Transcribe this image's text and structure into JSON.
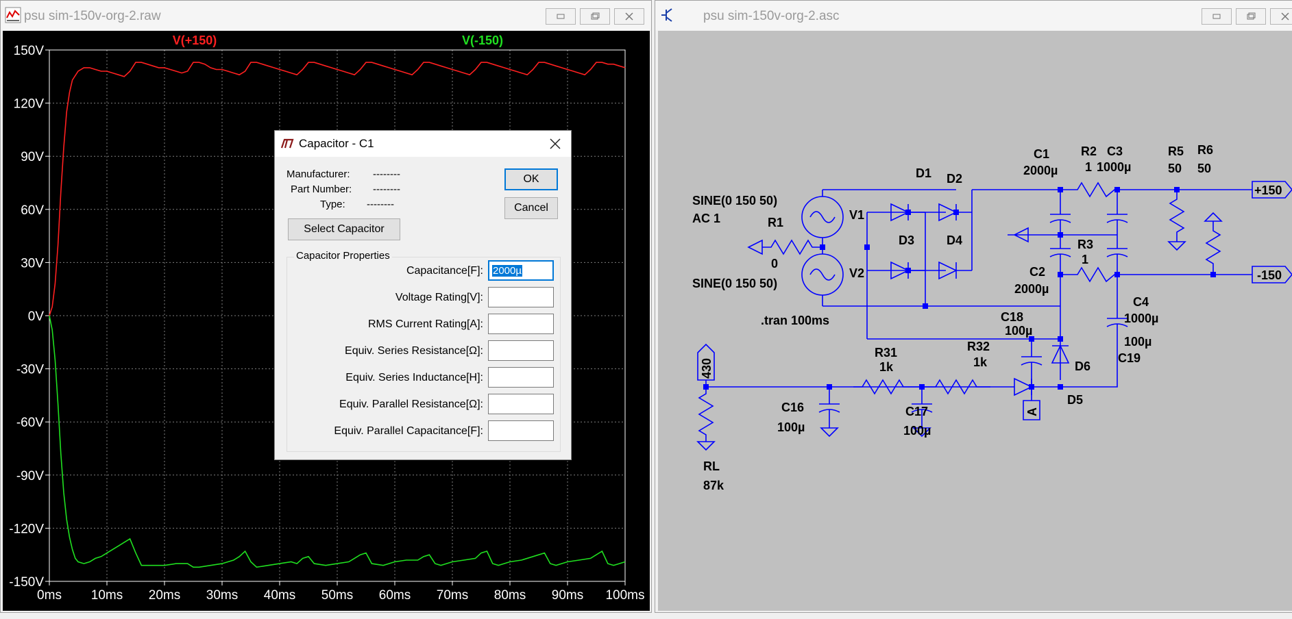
{
  "waveform_window": {
    "title": "psu sim-150v-org-2.raw",
    "buttons": [
      "minimize",
      "maximize",
      "close"
    ]
  },
  "schematic_window": {
    "title": "psu sim-150v-org-2.asc",
    "buttons": [
      "minimize",
      "maximize",
      "close"
    ]
  },
  "chart_data": {
    "type": "line",
    "x_unit": "ms",
    "xlim": [
      0,
      100
    ],
    "ylim": [
      -150,
      150
    ],
    "x_ticks": [
      "0ms",
      "10ms",
      "20ms",
      "30ms",
      "40ms",
      "50ms",
      "60ms",
      "70ms",
      "80ms",
      "90ms",
      "100ms"
    ],
    "y_ticks": [
      "150V",
      "120V",
      "90V",
      "60V",
      "30V",
      "0V",
      "-30V",
      "-60V",
      "-90V",
      "-120V",
      "-150V"
    ],
    "grid": true,
    "legend_position": "top",
    "colors": {
      "background": "#000000",
      "grid": "#808080",
      "axis_text": "#ffffff"
    },
    "series": [
      {
        "name": "V(+150)",
        "color": "#ff2020",
        "points": [
          [
            0,
            0
          ],
          [
            0.5,
            5
          ],
          [
            1,
            18
          ],
          [
            1.5,
            40
          ],
          [
            2,
            70
          ],
          [
            2.5,
            95
          ],
          [
            3,
            115
          ],
          [
            3.5,
            126
          ],
          [
            4,
            133
          ],
          [
            5,
            138
          ],
          [
            6,
            140
          ],
          [
            7,
            140
          ],
          [
            8,
            139
          ],
          [
            9,
            138
          ],
          [
            10,
            138
          ],
          [
            11,
            137
          ],
          [
            12,
            136
          ],
          [
            13,
            135
          ],
          [
            14,
            138
          ],
          [
            15,
            143
          ],
          [
            16,
            143
          ],
          [
            17,
            142
          ],
          [
            18,
            141
          ],
          [
            19,
            140
          ],
          [
            20,
            140
          ],
          [
            21,
            139
          ],
          [
            22,
            138
          ],
          [
            23,
            137
          ],
          [
            24,
            138
          ],
          [
            25,
            143
          ],
          [
            26,
            143
          ],
          [
            27,
            142
          ],
          [
            28,
            140
          ],
          [
            29,
            139
          ],
          [
            30,
            139
          ],
          [
            31,
            138
          ],
          [
            32,
            137
          ],
          [
            33,
            136
          ],
          [
            34,
            138
          ],
          [
            35,
            143
          ],
          [
            36,
            143
          ],
          [
            37,
            142
          ],
          [
            38,
            141
          ],
          [
            39,
            140
          ],
          [
            40,
            139
          ],
          [
            41,
            138
          ],
          [
            42,
            137
          ],
          [
            43,
            136
          ],
          [
            44,
            139
          ],
          [
            45,
            143
          ],
          [
            46,
            143
          ],
          [
            47,
            142
          ],
          [
            48,
            141
          ],
          [
            49,
            140
          ],
          [
            50,
            139
          ],
          [
            51,
            138
          ],
          [
            52,
            137
          ],
          [
            53,
            136
          ],
          [
            54,
            139
          ],
          [
            55,
            143
          ],
          [
            56,
            143
          ],
          [
            57,
            142
          ],
          [
            58,
            141
          ],
          [
            59,
            140
          ],
          [
            60,
            139
          ],
          [
            61,
            138
          ],
          [
            62,
            137
          ],
          [
            63,
            136
          ],
          [
            64,
            139
          ],
          [
            65,
            143
          ],
          [
            66,
            143
          ],
          [
            67,
            142
          ],
          [
            68,
            141
          ],
          [
            69,
            140
          ],
          [
            70,
            139
          ],
          [
            71,
            138
          ],
          [
            72,
            137
          ],
          [
            73,
            136
          ],
          [
            74,
            139
          ],
          [
            75,
            143
          ],
          [
            76,
            143
          ],
          [
            77,
            142
          ],
          [
            78,
            141
          ],
          [
            79,
            140
          ],
          [
            80,
            139
          ],
          [
            81,
            138
          ],
          [
            82,
            137
          ],
          [
            83,
            136
          ],
          [
            84,
            139
          ],
          [
            85,
            143
          ],
          [
            86,
            143
          ],
          [
            87,
            142
          ],
          [
            88,
            141
          ],
          [
            89,
            140
          ],
          [
            90,
            139
          ],
          [
            91,
            138
          ],
          [
            92,
            137
          ],
          [
            93,
            136
          ],
          [
            94,
            139
          ],
          [
            95,
            143
          ],
          [
            96,
            143
          ],
          [
            97,
            142
          ],
          [
            98,
            142
          ],
          [
            99,
            141
          ],
          [
            100,
            140
          ]
        ]
      },
      {
        "name": "V(-150)",
        "color": "#20e020",
        "points": [
          [
            0,
            0
          ],
          [
            0.5,
            -8
          ],
          [
            1,
            -25
          ],
          [
            1.5,
            -50
          ],
          [
            2,
            -78
          ],
          [
            2.5,
            -100
          ],
          [
            3,
            -115
          ],
          [
            3.5,
            -125
          ],
          [
            4,
            -132
          ],
          [
            4.5,
            -137
          ],
          [
            5,
            -139
          ],
          [
            6,
            -140
          ],
          [
            7,
            -139
          ],
          [
            8,
            -137
          ],
          [
            9,
            -136
          ],
          [
            10,
            -134
          ],
          [
            11,
            -132
          ],
          [
            12,
            -130
          ],
          [
            13,
            -128
          ],
          [
            14,
            -126
          ],
          [
            15,
            -134
          ],
          [
            16,
            -141
          ],
          [
            17,
            -141
          ],
          [
            18,
            -141
          ],
          [
            20,
            -141
          ],
          [
            22,
            -140
          ],
          [
            24,
            -140
          ],
          [
            25,
            -142
          ],
          [
            26,
            -142
          ],
          [
            28,
            -141
          ],
          [
            30,
            -140
          ],
          [
            32,
            -138
          ],
          [
            33,
            -136
          ],
          [
            34,
            -133
          ],
          [
            35,
            -139
          ],
          [
            36,
            -142
          ],
          [
            38,
            -141
          ],
          [
            40,
            -140
          ],
          [
            42,
            -139
          ],
          [
            43,
            -140
          ],
          [
            44,
            -137
          ],
          [
            45,
            -136
          ],
          [
            46,
            -140
          ],
          [
            48,
            -141
          ],
          [
            50,
            -140
          ],
          [
            52,
            -139
          ],
          [
            53,
            -137
          ],
          [
            54,
            -135
          ],
          [
            55,
            -134
          ],
          [
            56,
            -140
          ],
          [
            58,
            -141
          ],
          [
            60,
            -139
          ],
          [
            62,
            -138
          ],
          [
            64,
            -138
          ],
          [
            65,
            -136
          ],
          [
            66,
            -135
          ],
          [
            67,
            -140
          ],
          [
            68,
            -141
          ],
          [
            70,
            -139
          ],
          [
            72,
            -138
          ],
          [
            74,
            -137
          ],
          [
            75,
            -134
          ],
          [
            76,
            -133
          ],
          [
            77,
            -140
          ],
          [
            78,
            -141
          ],
          [
            80,
            -139
          ],
          [
            82,
            -138
          ],
          [
            84,
            -136
          ],
          [
            85,
            -135
          ],
          [
            86,
            -134
          ],
          [
            87,
            -140
          ],
          [
            88,
            -141
          ],
          [
            90,
            -139
          ],
          [
            92,
            -138
          ],
          [
            94,
            -137
          ],
          [
            95,
            -135
          ],
          [
            96,
            -133
          ],
          [
            97,
            -140
          ],
          [
            98,
            -141
          ],
          [
            99,
            -140
          ],
          [
            100,
            -139
          ]
        ]
      }
    ]
  },
  "schematic": {
    "wire_color": "#0000ff",
    "labels": {
      "c1": "C1",
      "c1_val": "2000µ",
      "r2": "R2",
      "r2_val": "1",
      "c3": "C3",
      "c3_val": "1000µ",
      "r5": "R5",
      "r5_val": "50",
      "r6": "R6",
      "r6_val": "50",
      "d1": "D1",
      "d2": "D2",
      "d3": "D3",
      "d4": "D4",
      "d5": "D5",
      "d6": "D6",
      "v1": "V1",
      "v2": "V2",
      "v1_src": "SINE(0 150 50)",
      "v1_ac": "AC 1",
      "v2_src": "SINE(0 150 50)",
      "r1": "R1",
      "r1_val": "0",
      "r3": "R3",
      "r3_val": "1",
      "c2": "C2",
      "c2_val": "2000µ",
      "c4": "C4",
      "c4_val": "1000µ",
      "c18": "C18",
      "c18_val": "100µ",
      "c19": "C19",
      "c19_val": "100µ",
      "tran": ".tran 100ms",
      "r31": "R31",
      "r31_val": "1k",
      "r32": "R32",
      "r32_val": "1k",
      "c16": "C16",
      "c16_val": "100µ",
      "c17": "C17",
      "c17_val": "100µ",
      "rl": "RL",
      "rl_val": "87k",
      "net_p150": "+150",
      "net_m150": "-150",
      "net_430": "430",
      "net_a": "A"
    }
  },
  "dialog": {
    "title": "Capacitor - C1",
    "manufacturer_label": "Manufacturer:",
    "manufacturer_value": "--------",
    "part_label": "Part Number:",
    "part_value": "--------",
    "type_label": "Type:",
    "type_value": "--------",
    "ok": "OK",
    "cancel": "Cancel",
    "select_button": "Select Capacitor",
    "group_title": "Capacitor Properties",
    "properties": [
      {
        "label": "Capacitance[F]:",
        "value": "2000µ"
      },
      {
        "label": "Voltage Rating[V]:",
        "value": ""
      },
      {
        "label": "RMS Current Rating[A]:",
        "value": ""
      },
      {
        "label": "Equiv. Series Resistance[Ω]:",
        "value": ""
      },
      {
        "label": "Equiv. Series Inductance[H]:",
        "value": ""
      },
      {
        "label": "Equiv. Parallel Resistance[Ω]:",
        "value": ""
      },
      {
        "label": "Equiv. Parallel Capacitance[F]:",
        "value": ""
      }
    ]
  }
}
